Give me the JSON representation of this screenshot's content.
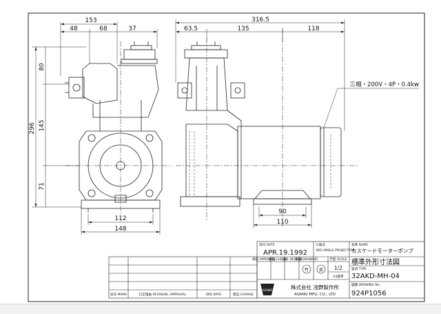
{
  "dimensions": {
    "overall_length": "316.5",
    "front_width_top": "153",
    "front_seg_1": "48",
    "front_seg_2": "68",
    "front_seg_3": "37",
    "side_seg_1": "63.5",
    "side_seg_2": "135",
    "side_seg_3": "118",
    "height_total": "296",
    "height_upper": "80",
    "height_middle": "145",
    "height_lower": "71",
    "base_inner_width": "112",
    "base_outer_width": "148",
    "foot_inner_width": "90",
    "foot_outer_width": "110"
  },
  "motor_spec": "三相・200V・4P・0.4kw",
  "title_block": {
    "date_label": "日付 DATE",
    "date": "APR.19.1992",
    "projection_label_jp": "三角法",
    "projection_label_en": "3RD ANGLE PROJECTION",
    "approval_label": "承認 APPROVAL",
    "check_label": "検図 CHECK",
    "design_label": "設計 DESIGN",
    "drawing_label": "製図 DRAWING",
    "scale_label": "尺度 SCALE",
    "scale_value": "1/2",
    "paper_size": "A3基準",
    "stamp_1": "竹",
    "stamp_2": "武",
    "name_label": "名称 NAME",
    "product_name": "カスケードモーターポンプ",
    "drawing_title": "標準外形寸法図",
    "type_label": "型式 TYPE",
    "type_value": "32AKD-MH-04",
    "drawing_no_label": "図番 DRAWING No.",
    "drawing_no": "924P1056",
    "company_jp": "株式会社 浅野製作所",
    "company_en": "ASANO MFG. CO., LTD",
    "logo_text": "ASANO",
    "revision_headers": {
      "mark": "記号 MARK",
      "revision": "訂正理由 REVISION, APPROVAL",
      "date": "日付 DATE",
      "charge": "担当 CHARGE"
    }
  }
}
